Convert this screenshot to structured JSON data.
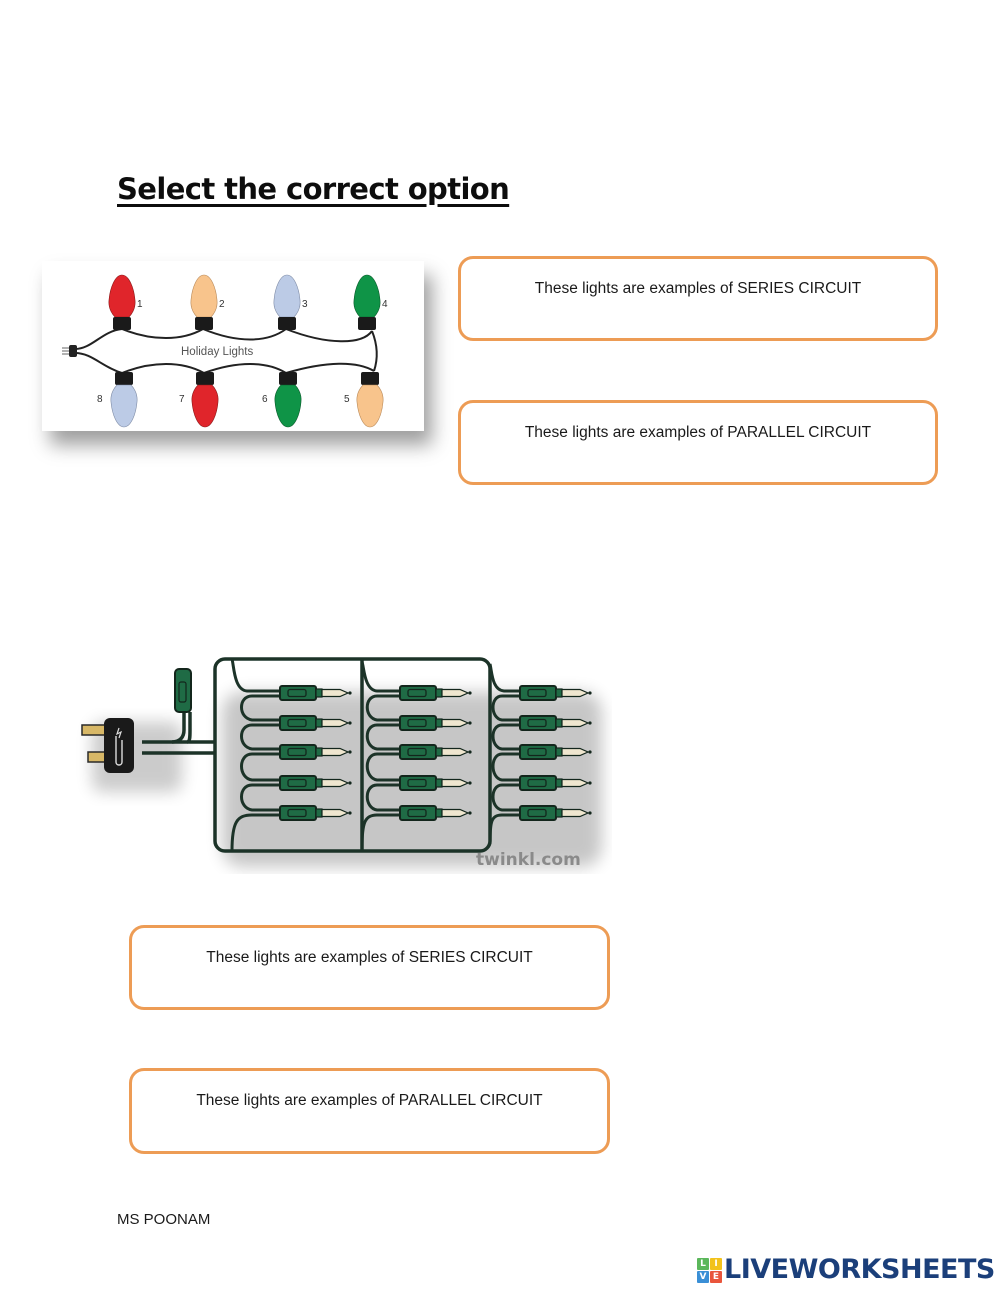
{
  "worksheet": {
    "title": "Select the correct option",
    "author": "MS POONAM"
  },
  "question_1": {
    "image": {
      "label": "Holiday Lights",
      "bulb_numbers": [
        "1",
        "2",
        "3",
        "4",
        "5",
        "6",
        "7",
        "8"
      ],
      "bulb_colors": {
        "1": "#e0252b",
        "2": "#f8c48c",
        "3": "#bccbe6",
        "4": "#0f9447",
        "5": "#f8c48c",
        "6": "#0f9447",
        "7": "#e0252b",
        "8": "#bccbe6"
      }
    },
    "options": [
      {
        "label": "These lights are examples of SERIES CIRCUIT"
      },
      {
        "label": "These lights are examples of PARALLEL CIRCUIT"
      }
    ]
  },
  "question_2": {
    "image": {
      "watermark": "twinkl.com",
      "branches": 3,
      "bulbs_per_branch": 5,
      "wire_color": "#1c3328",
      "holder_color": "#1f6b45"
    },
    "options": [
      {
        "label": "These lights are examples of SERIES CIRCUIT"
      },
      {
        "label": "These lights are examples of PARALLEL CIRCUIT"
      }
    ]
  },
  "branding": {
    "logo_letters": [
      "L",
      "I",
      "V",
      "E"
    ],
    "logo_colors": [
      "#5bb75b",
      "#f2c21b",
      "#3a8fd6",
      "#e9553c"
    ],
    "name": "LIVEWORKSHEETS",
    "name_color": "#1b3f7a"
  },
  "colors": {
    "option_border": "#ed9c55"
  }
}
